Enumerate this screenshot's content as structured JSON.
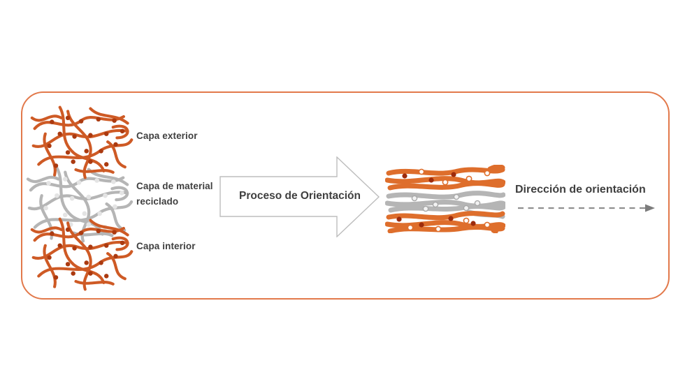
{
  "labels": {
    "layer_exterior": "Capa exterior",
    "layer_recycled_line1": "Capa de material",
    "layer_recycled_line2": "reciclado",
    "layer_interior": "Capa interior",
    "process_arrow": "Proceso de Orientación",
    "orientation_direction": "Dirección de orientación"
  },
  "icons": {
    "tangled_network_exterior": "tangled-fibers-orange",
    "tangled_network_recycled": "tangled-fibers-gray",
    "tangled_network_interior": "tangled-fibers-orange",
    "oriented_bundle": "oriented-fibers-horizontal",
    "process_arrow_shape": "right-arrow-outline",
    "direction_arrow": "dashed-right-arrow"
  },
  "colors": {
    "frame_border": "#E2794B",
    "fiber_orange": "#CE5A25",
    "fiber_orange_dot": "#AB3A10",
    "fiber_gray": "#B5B5B5",
    "fiber_gray_dot": "#E4E4E4",
    "bundle_orange": "#DE6E2C",
    "bundle_dark_dot": "#9D2B0C",
    "text": "#3F3F3F",
    "arrow_outline": "#BDBDBD",
    "dash_gray": "#8F8F8F"
  }
}
